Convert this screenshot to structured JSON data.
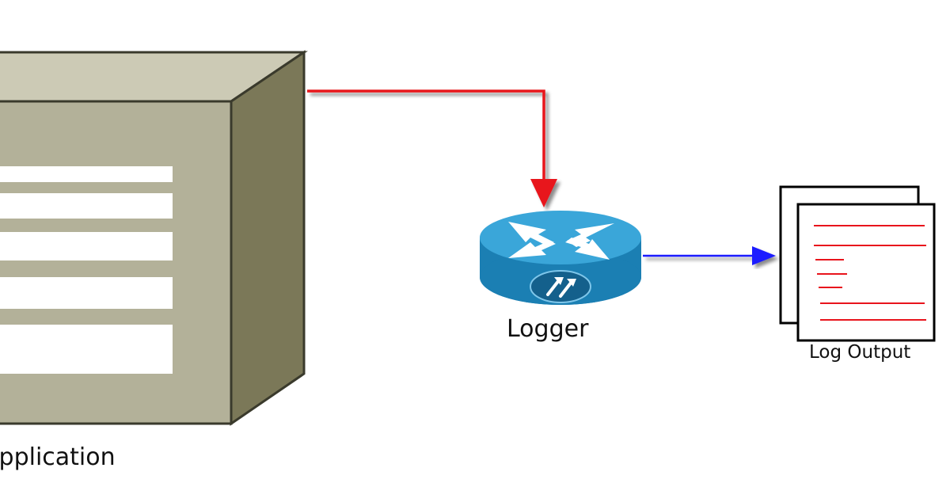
{
  "nodes": {
    "application": {
      "label": "Application",
      "icon": "server-box-icon"
    },
    "logger": {
      "label": "Logger",
      "icon": "router-icon"
    },
    "log_output": {
      "label": "Log Output",
      "icon": "documents-icon"
    }
  },
  "edges": [
    {
      "from": "application",
      "to": "logger",
      "color": "#e8141c"
    },
    {
      "from": "logger",
      "to": "log_output",
      "color": "#1a1aff"
    }
  ],
  "colors": {
    "box_front": "#b3b199",
    "box_top": "#cccab5",
    "box_side": "#7b7858",
    "router_top": "#3aa6d9",
    "router_side": "#1b7fb3",
    "doc_lines": "#e8141c"
  }
}
